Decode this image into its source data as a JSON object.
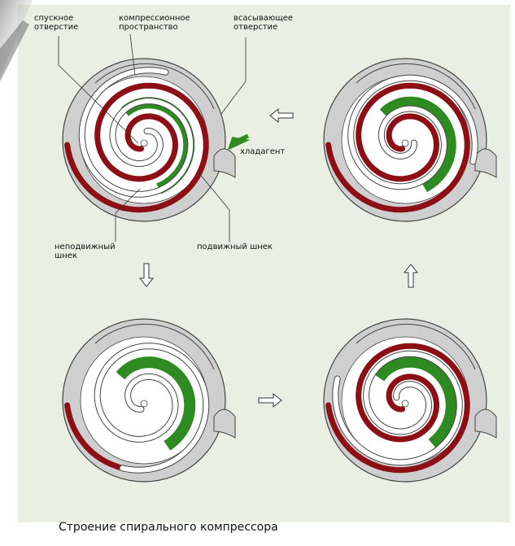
{
  "labels": {
    "discharge": "спускное\nотверстие",
    "compression": "компрессионное\nпространство",
    "suction": "всасывающее\nотверстие",
    "refrigerant": "хладагент",
    "fixed_scroll": "неподвижный\nшнек",
    "moving_scroll": "подвижный шнек"
  },
  "caption": "Строение спирального компрессора",
  "colors": {
    "background": "#e9f0e3",
    "casing": "#cfcfcf",
    "scroll_fixed": "#8b0f14",
    "scroll_moving": "#ffffff",
    "pocket": "#2e8b22",
    "arrow": "#ffffff"
  },
  "stages": [
    {
      "name": "stage-1",
      "phase": 0
    },
    {
      "name": "stage-2",
      "phase": 90
    },
    {
      "name": "stage-3",
      "phase": 180
    },
    {
      "name": "stage-4",
      "phase": 270
    }
  ],
  "flow_arrows": [
    "right",
    "up",
    "left",
    "down"
  ]
}
